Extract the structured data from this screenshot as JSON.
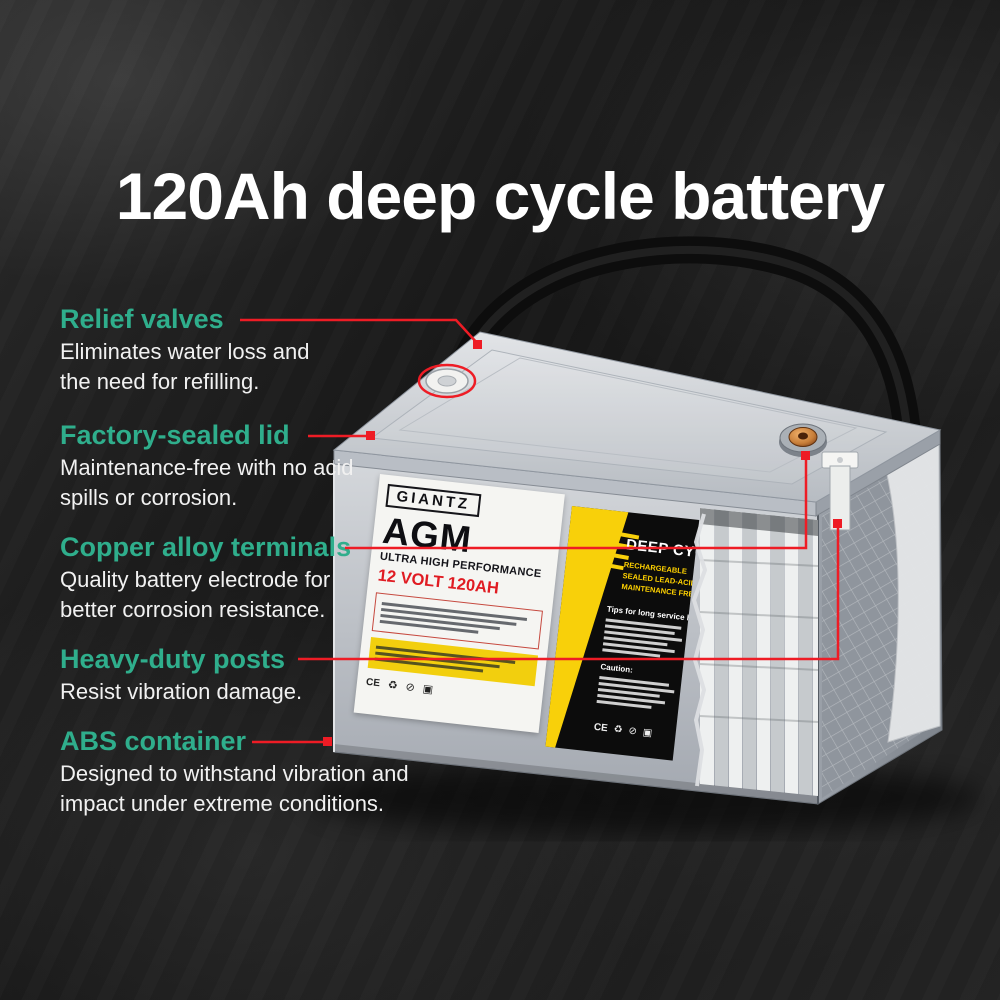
{
  "page_title": "120Ah deep cycle battery",
  "callouts": [
    {
      "heading": "Relief valves",
      "body": "Eliminates water loss and the need for refilling."
    },
    {
      "heading": "Factory-sealed lid",
      "body": "Maintenance-free with no acid spills or corrosion."
    },
    {
      "heading": "Copper alloy terminals",
      "body": "Quality battery electrode for better corrosion resistance."
    },
    {
      "heading": "Heavy-duty posts",
      "body": "Resist vibration damage."
    },
    {
      "heading": "ABS container",
      "body": "Designed to withstand vibration and impact under extreme conditions."
    }
  ],
  "battery": {
    "front_label": {
      "brand": "GIANTZ",
      "type": "AGM",
      "subtitle": "ULTRA HIGH PERFORMANCE",
      "rating": "12 VOLT 120AH"
    },
    "side_panel": {
      "heading": "DEEP CYCLE",
      "features": [
        "RECHARGEABLE",
        "SEALED LEAD-ACID",
        "MAINTENANCE FREE"
      ],
      "tips_heading": "Tips for long service life:",
      "caution_heading": "Caution:"
    }
  },
  "colors": {
    "background": "#1b1b1b",
    "heading_teal": "#2fae8c",
    "callout_line_red": "#ee1c25",
    "rating_red": "#e01b22",
    "hazard_yellow": "#f8d00a",
    "battery_gray": "#c3c7cd"
  }
}
